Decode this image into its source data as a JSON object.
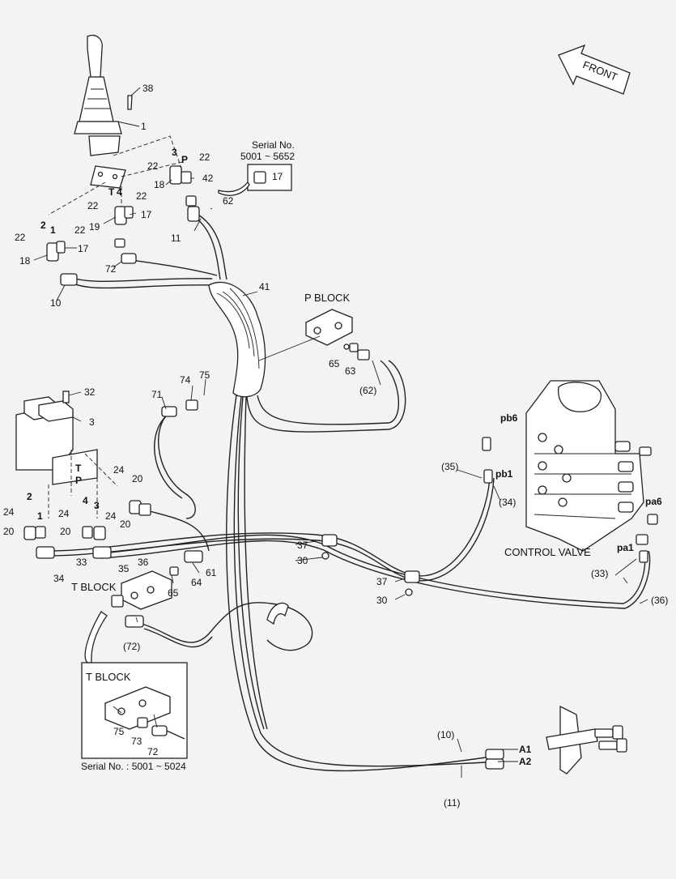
{
  "labels": {
    "front": "FRONT",
    "serial_top_line1": "Serial No.",
    "serial_top_line2": "5001 ~ 5652",
    "p_block": "P BLOCK",
    "control_valve": "CONTROL VALVE",
    "t_block": "T BLOCK",
    "t_block_inset": "T BLOCK",
    "serial_bottom": "Serial No. : 5001 ~ 5024"
  },
  "parts": {
    "p1": "1",
    "p3": "3",
    "p10": "10",
    "p11": "11",
    "p17": "17",
    "p18": "18",
    "p19": "19",
    "p20": "20",
    "p22": "22",
    "p24": "24",
    "p30": "30",
    "p32": "32",
    "p33": "33",
    "p34": "34",
    "p35": "35",
    "p36": "36",
    "p37": "37",
    "p38": "38",
    "p41": "41",
    "p42": "42",
    "p61": "61",
    "p62": "62",
    "p63": "63",
    "p64": "64",
    "p65": "65",
    "p71": "71",
    "p72": "72",
    "p73": "73",
    "p74": "74",
    "p75": "75",
    "ref10": "(10)",
    "ref11": "(11)",
    "ref33": "(33)",
    "ref34": "(34)",
    "ref35": "(35)",
    "ref36": "(36)",
    "ref62": "(62)",
    "ref72": "(72)"
  },
  "ports": {
    "t": "T",
    "p": "P",
    "n1": "1",
    "n2": "2",
    "n3": "3",
    "n4": "4",
    "pb6": "pb6",
    "pb1": "pb1",
    "pa6": "pa6",
    "pa1": "pa1",
    "a1": "A1",
    "a2": "A2"
  }
}
